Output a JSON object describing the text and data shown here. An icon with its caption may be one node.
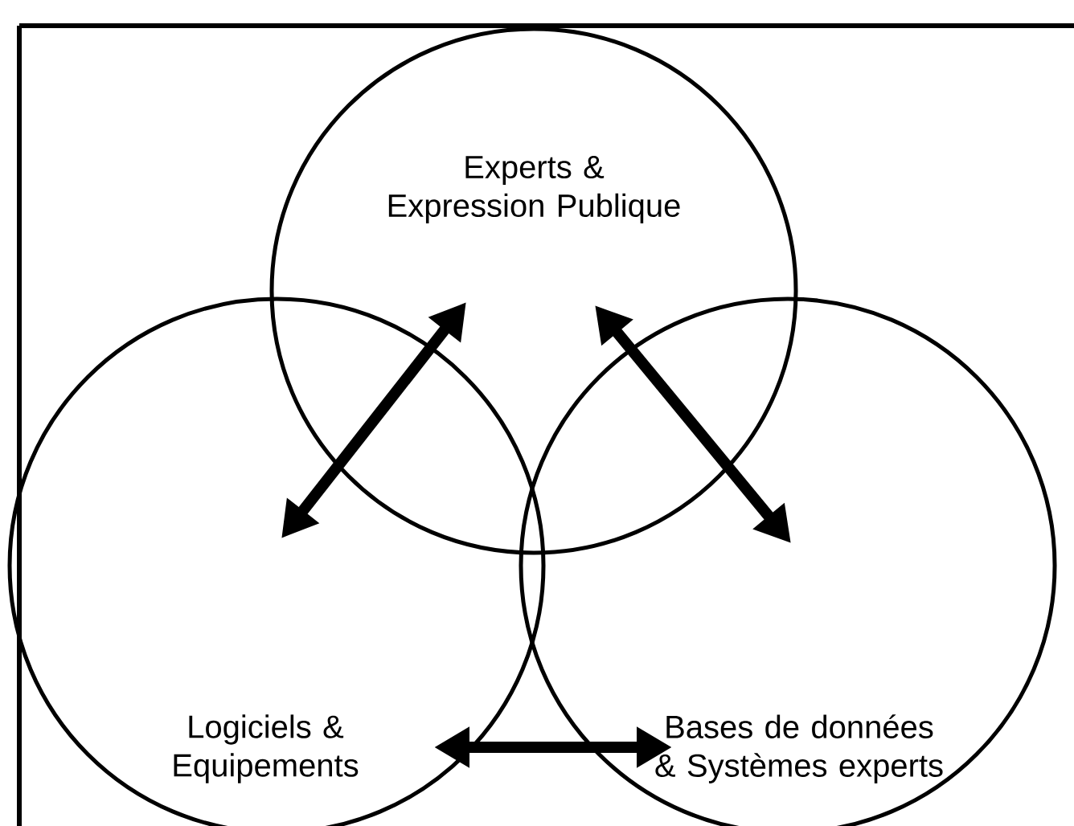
{
  "diagram": {
    "nodes": [
      {
        "text": [
          "Experts & Expression Publique"
        ]
      },
      {
        "text": [
          "Logiciels & Equipements"
        ]
      },
      {
        "text": [
          "Bases de données & Systèmes experts"
        ]
      }
    ],
    "edges": [
      {
        "from": 0,
        "to": 1,
        "arrow": "both"
      },
      {
        "from": 0,
        "to": 2,
        "arrow": "both"
      },
      {
        "from": 1,
        "to": 2,
        "arrow": "both"
      }
    ]
  }
}
